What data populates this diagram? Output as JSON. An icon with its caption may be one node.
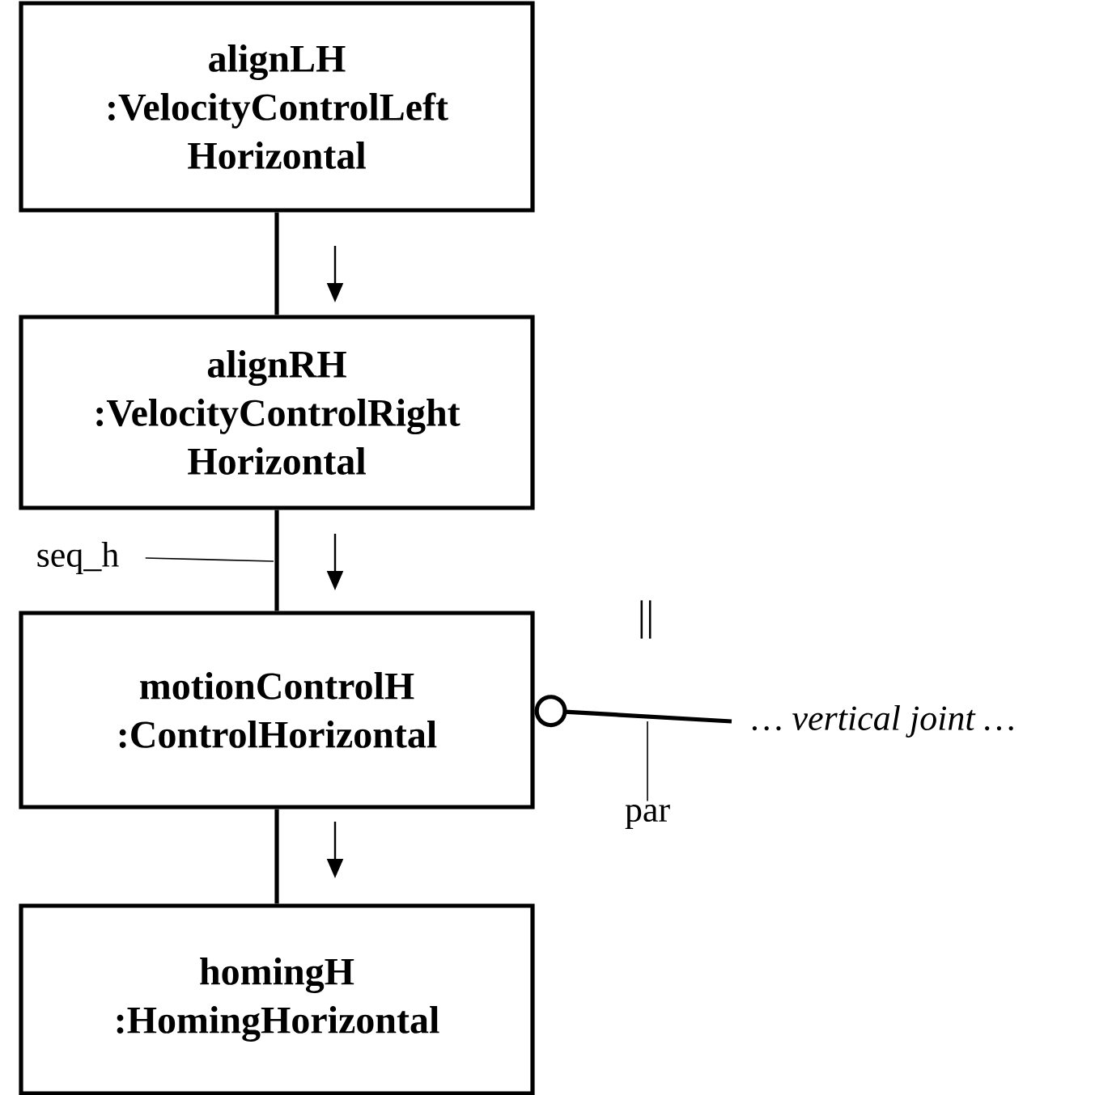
{
  "diagram": {
    "nodes": [
      {
        "text": [
          "alignLH :VelocityControlLeft Horizontal"
        ]
      },
      {
        "text": [
          "alignRH :VelocityControlRight Horizontal"
        ]
      },
      {
        "text": [
          "motionControlH :ControlHorizontal"
        ]
      },
      {
        "text": [
          "homingH :HomingHorizontal"
        ]
      },
      {
        "text": [
          "… vertical joint …"
        ]
      },
      {
        "text": [
          "seq_h"
        ]
      },
      {
        "text": [
          "par"
        ]
      }
    ],
    "edges": [
      {
        "from": 0,
        "to": 1,
        "arrow": "none"
      },
      {
        "from": 1,
        "to": 2,
        "arrow": "none"
      },
      {
        "from": 2,
        "to": 3,
        "arrow": "none"
      },
      {
        "from": 2,
        "to": 4,
        "arrow": "other"
      },
      {
        "from": 5,
        "to": null,
        "arrow": "none"
      },
      {
        "from": 6,
        "to": null,
        "arrow": "none"
      }
    ],
    "labels": [
      "||"
    ]
  }
}
